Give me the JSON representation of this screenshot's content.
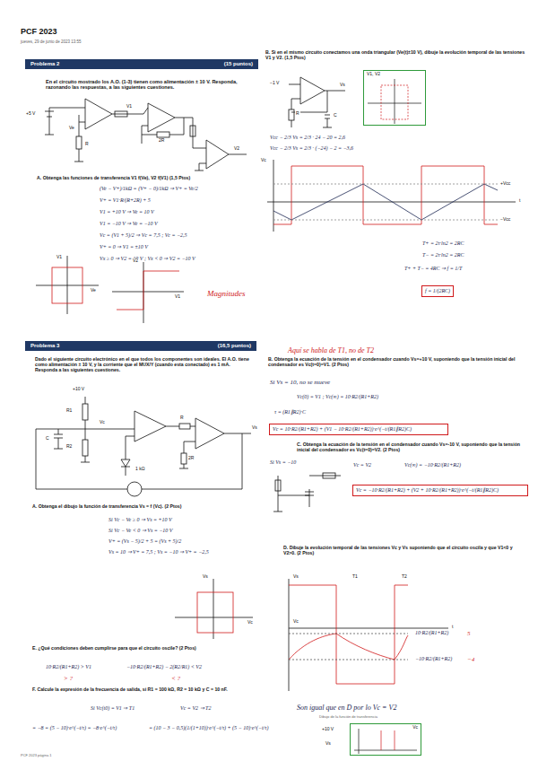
{
  "diagram": {
    "nodes": [
      {
        "text": [
          "Problema 2",
          "(15 puntos)"
        ]
      },
      {
        "text": [
          "Problema 3",
          "(16,5 puntos)"
        ]
      },
      {
        "text": [
          "f = 1/(2RC)"
        ]
      },
      {
        "text": [
          "Vc = 10·R2/(R1+R2) + (V1 − 10·R2/(R1+R2))·e^(−t/(R1∥R2)C)"
        ]
      },
      {
        "text": [
          "Vc = −10·R2/(R1+R2) + (V2 + 10·R2/(R1+R2))·e^(−t/(R1∥R2)C)"
        ]
      },
      {
        "text": [
          "V1, V2"
        ]
      },
      {
        "text": [
          "Vc"
        ]
      }
    ],
    "labels": [
      "PCF 2023",
      "jueves, 29 de junio de 2023    13:55",
      "En el circuito mostrado los A.O. (1-3) tienen como alimentación ± 10 V. Responda, razonando las respuestas, a las siguientes cuestiones.",
      "+5 V",
      "Ve",
      "V1",
      "V2",
      "R",
      "2R",
      "A. Obtenga las funciones de transferencia V1 f(Ve), V2 f(V1) (1,5 Ptos)",
      "(Ve − V+)/1kΩ = (V+ − 0)/1kΩ ⇒ V+ = Ve/2",
      "V+ = V1·R/(R+2R) + 5",
      "V1 = +10 V ⇒ Ve = 10 V",
      "V1 = −10 V ⇒ Ve = −10 V",
      "Vc = (V1 + 5)/2 ⇒ Vc = 7,5 ; Vc = −2,5",
      "V+ = 0 ⇒ V1 = ±10 V",
      "Vx ≥ 0 ⇒ V2 = 10 V ; Vx < 0 ⇒ V2 = −10 V",
      "Magnitudes",
      "V1",
      "Ve",
      "V2",
      "V1",
      "B. Si en el mismo circuito conectamos una onda triangular (Ve(t)±10 V), dibuje la evolución temporal de las tensiones V1 y V2. (1,5 Ptos)",
      "Vs",
      "C",
      "R",
      "−1 V",
      "Vcc − 2/3 Vs = 2/3 · 24 − 20 = 2,6",
      "Vcc − 2/3 Vs = 2/3 · (−24) − 2 = −3,6",
      "Vc",
      "t",
      "+Vcc",
      "−Vcc",
      "T+ = 2τ·ln2 = 2RC",
      "T− = 2τ·ln2 = 2RC",
      "T+ + T− = 4RC ⇒ f = 1/T",
      "Aquí se habla de T1, no de T2",
      "Dado el siguiente circuito electrónico en el que todos los componentes son ideales. El A.O. tiene como alimentación ± 10 V, y la corriente que el MUX/Y (cuando esta conectado) es 1 mA. Responda a las siguientes cuestiones.",
      "+10 V",
      "R1",
      "C",
      "Vc",
      "R2",
      "Vs",
      "R",
      "2R",
      "1 kΩ",
      "A. Obtenga el dibujo la función de transferencia Vs = f (Vc). (2 Ptos)",
      "Si Vc − Ve ≥ 0 ⇒ Vs = +10 V",
      "Si Vc − Ve < 0 ⇒ Vs = −10 V",
      "V+ = (Vs − 5)/2 + 5 = (Vs + 5)/2",
      "Vs = 10 ⇒ V+ = 7,5 ; Vs = −10 ⇒ V+ = −2,5",
      "Vs",
      "Vc",
      "E. ¿Qué condiciones deben cumplirse para que el circuito oscile? (2 Ptos)",
      "10·R2/(R1+R2) > V1",
      "−10·R2/(R1+R2) − 2(R2/R1) < V2",
      "> ?",
      "< ?",
      "F. Calcule la expresión de la frecuencia de salida, si R1 = 100 kΩ, R2 = 10 kΩ y C = 10 nF.",
      "Si Vc(t0) = V1 ⇒ T1",
      "Vc = V2 ⇒ T2",
      "= −8 = (5 − 10)·e^(−t/τ) = −8·e^(−t/τ)",
      "= (10 − 3 − 0,5)(1/(1+10))·e^(−t/τ) + (5 − 10)·e^(−t/τ)",
      "B. Obtenga la ecuación de la tensión en el condensador cuando Vs=+10 V, suponiendo que la tensión inicial del condensador es Vc(t=0)=V1. (2 Ptos)",
      "Si Vs = 10, no se mueve",
      "Vc(0) = V1 ; Vc(∞) = 10·R2/(R1+R2)",
      "τ = (R1∥R2)·C",
      "C. Obtenga la ecuación de la tensión en el condensador cuando Vs=-10 V, suponiendo que la tensión inicial del condensador es Vc(t=0)=V2. (2 Ptos)",
      "Si Vs = −10",
      "Vc = V2",
      "Vc(∞) = −10·R2/(R1+R2)",
      "D. Dibuje la evolución temporal de las tensiones Vc y Vs suponiendo que el circuito oscila y que V1<0 y V2>0. (2 Ptos)",
      "Vs",
      "Vc",
      "T1",
      "T2",
      "t",
      "10·R2/(R1+R2)",
      "5",
      "−10·R2/(R1+R2)",
      "−4",
      "Son igual que en D por lo Vc = V2",
      "Dibujo de la función de transferencia",
      "+10 V",
      "Vs",
      "PCF 2023 página 1"
    ]
  }
}
